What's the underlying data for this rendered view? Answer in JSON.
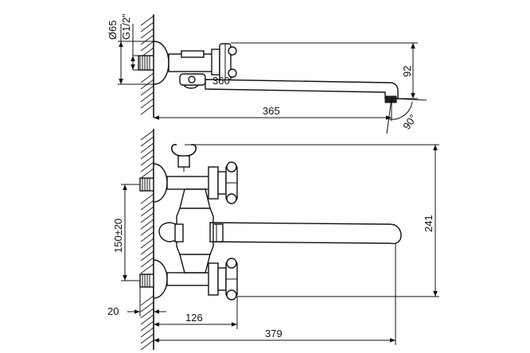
{
  "top_view": {
    "dims": {
      "diameter": "Ø65",
      "thread": "G1/2\"",
      "rotation": "360",
      "length": "365",
      "height": "92",
      "angle": "90°"
    }
  },
  "front_view": {
    "dims": {
      "height": "241",
      "center_distance": "150±20",
      "offset": "20",
      "inlet_to_spout": "126",
      "spout_length": "379"
    }
  }
}
